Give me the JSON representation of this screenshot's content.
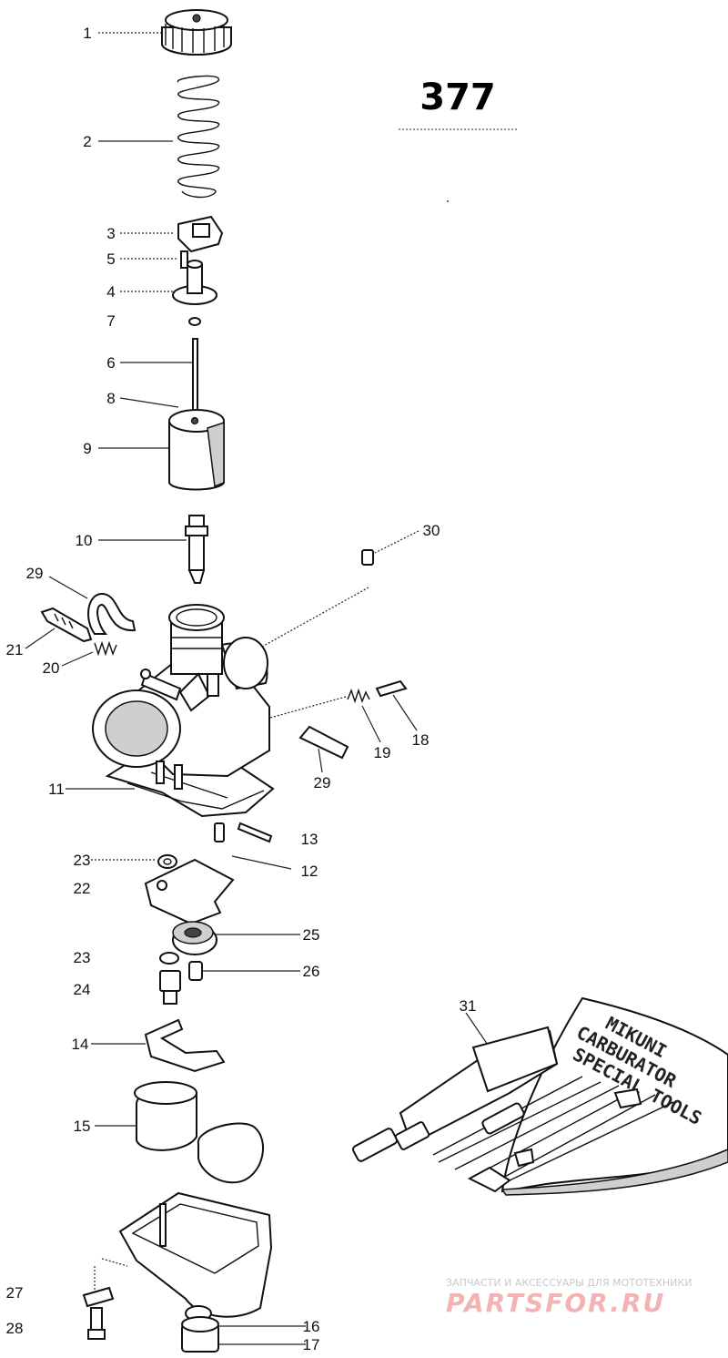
{
  "diagram_number": "377",
  "callouts": [
    "1",
    "2",
    "3",
    "5",
    "4",
    "7",
    "6",
    "8",
    "9",
    "10",
    "30",
    "29",
    "21",
    "20",
    "19",
    "18",
    "29",
    "11",
    "13",
    "12",
    "23",
    "22",
    "25",
    "23",
    "26",
    "24",
    "31",
    "14",
    "15",
    "27",
    "16",
    "28",
    "17"
  ],
  "tool_kit_text": [
    "MIKUNI",
    "CARBURATOR",
    "SPECIAL TOOLS"
  ],
  "watermark": {
    "line1": "ЗАПЧАСТИ И АКСЕССУАРЫ ДЛЯ МОТОТЕХНИКИ",
    "line2": "PARTSFOR.RU"
  }
}
